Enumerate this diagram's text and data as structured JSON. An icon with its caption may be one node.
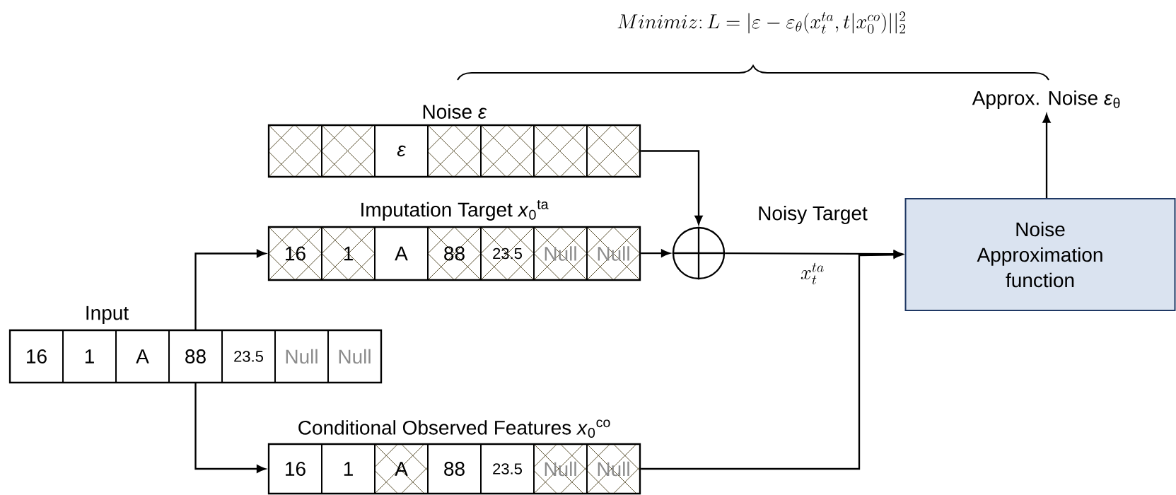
{
  "diagram": {
    "nodes": [
      {
        "text": [
          "Noise *ε*"
        ]
      },
      {
        "text": [],
        "shape": "box",
        "in": 0
      },
      {
        "text": [],
        "shape": "box",
        "in": 0
      },
      {
        "text": [
          "ε"
        ],
        "in": 0
      },
      {
        "text": [],
        "shape": "box",
        "in": 0
      },
      {
        "text": [],
        "shape": "box",
        "in": 0
      },
      {
        "text": [],
        "shape": "box",
        "in": 0
      },
      {
        "text": [],
        "shape": "box",
        "in": 0
      },
      {
        "text": [
          "Imputation Target *x*$_{0}$$^{ta}$"
        ]
      },
      {
        "text": [
          "16"
        ],
        "in": 8
      },
      {
        "text": [
          "1"
        ],
        "in": 8
      },
      {
        "text": [
          "A"
        ],
        "in": 8
      },
      {
        "text": [
          "88"
        ],
        "in": 8
      },
      {
        "text": [
          "23.5"
        ],
        "in": 8
      },
      {
        "text": [
          "Null"
        ],
        "in": 8
      },
      {
        "text": [
          "Null"
        ],
        "in": 8
      },
      {
        "text": [
          "Input"
        ]
      },
      {
        "text": [
          "16"
        ],
        "in": 16
      },
      {
        "text": [
          "1"
        ],
        "in": 16
      },
      {
        "text": [
          "A"
        ],
        "in": 16
      },
      {
        "text": [
          "88"
        ],
        "in": 16
      },
      {
        "text": [
          "23.5"
        ],
        "in": 16
      },
      {
        "text": [
          "Null"
        ],
        "in": 16
      },
      {
        "text": [
          "Null"
        ],
        "in": 16
      },
      {
        "text": [
          "Conditional Observed Features *x*$_{0}$$^{co}$"
        ]
      },
      {
        "text": [
          "16"
        ],
        "in": 24
      },
      {
        "text": [
          "1"
        ],
        "in": 24
      },
      {
        "text": [
          "A"
        ],
        "in": 24
      },
      {
        "text": [
          "88"
        ],
        "in": 24
      },
      {
        "text": [
          "23.5"
        ],
        "in": 24
      },
      {
        "text": [
          "Null"
        ],
        "in": 24
      },
      {
        "text": [
          "Null"
        ],
        "in": 24
      },
      {
        "text": [],
        "shape": "circle"
      },
      {
        "text": [
          "Noise Approximation function"
        ]
      },
      {
        "text": [
          "Approx. Noise *ε*$_{θ}$"
        ]
      }
    ],
    "edges": [
      {
        "from": 20,
        "to": 8,
        "arrow": "to"
      },
      {
        "from": 20,
        "to": 24,
        "arrow": "to"
      },
      {
        "from": 0,
        "to": 32,
        "arrow": "to"
      },
      {
        "from": 8,
        "to": 32,
        "arrow": "to"
      },
      {
        "from": 32,
        "to": 33,
        "arrow": "to",
        "label": "Noisy Target"
      },
      {
        "from": 24,
        "to": 33,
        "arrow": "to"
      },
      {
        "from": 33,
        "to": 34,
        "arrow": "to"
      }
    ],
    "labels": [
      "Minimiz\\colon L = |\\varepsilon - \\varepsilon_{\\theta}(x_t^{ta}, t|x_0^{co})||_2^2",
      "x_t^{ta}"
    ]
  }
}
